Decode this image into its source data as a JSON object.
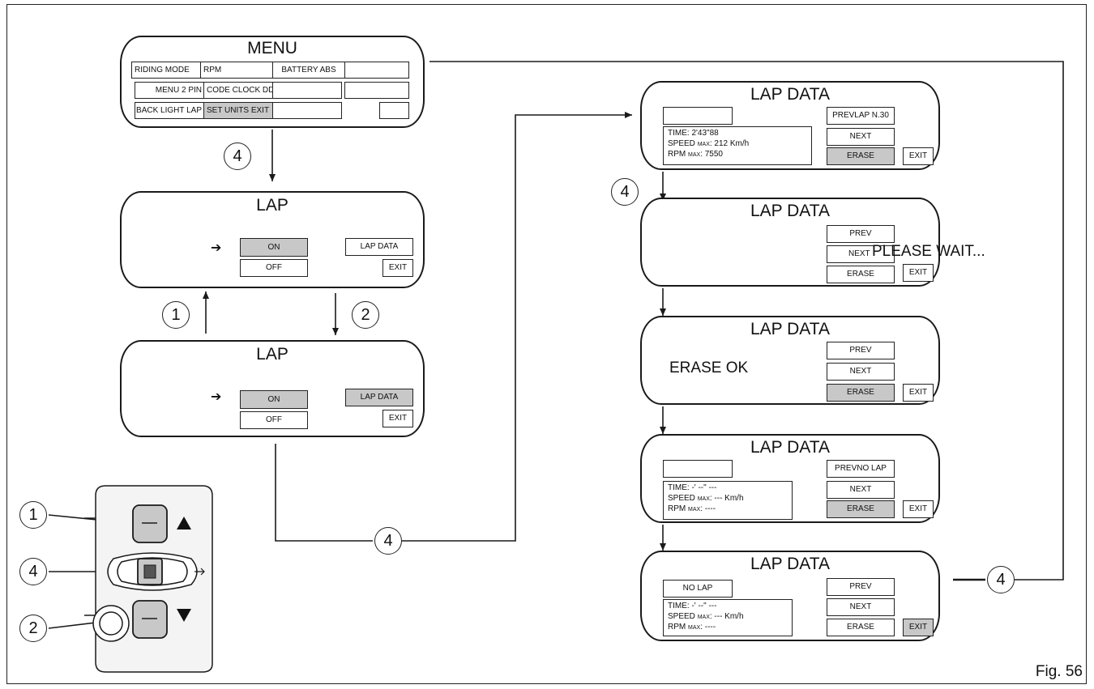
{
  "figure_label": "Fig. 56",
  "step_labels": {
    "up": "1",
    "down": "2",
    "confirm": "4"
  },
  "menu": {
    "title": "MENU",
    "rows": [
      [
        "RIDING MODE",
        "RPM",
        "BATTERY ABS",
        ""
      ],
      [
        "MENU 2 PIN",
        "CODE CLOCK DDA",
        "",
        ""
      ],
      [
        "BACK LIGHT LAP",
        "SET UNITS EXIT",
        "",
        ""
      ]
    ]
  },
  "lap_screen_1": {
    "title": "LAP",
    "on": "ON",
    "off": "OFF",
    "lap_data": "LAP DATA",
    "exit": "EXIT"
  },
  "lap_screen_2": {
    "title": "LAP",
    "on": "ON",
    "off": "OFF",
    "lap_data": "LAP DATA",
    "exit": "EXIT"
  },
  "lap_data_1": {
    "title": "LAP DATA",
    "name_box": "",
    "prev": "PREV",
    "lap_number": "LAP N.30",
    "next": "NEXT",
    "erase": "ERASE",
    "exit": "EXIT",
    "time": "TIME: 2'43\"88",
    "speed_label": "SPEED",
    "speed_max": "MAX",
    "speed_value": ": 212 Km/h",
    "rpm_label": "RPM",
    "rpm_max": "MAX",
    "rpm_value": ": 7550"
  },
  "lap_data_2": {
    "title": "LAP DATA",
    "prev": "PREV",
    "next": "NEXT",
    "erase": "ERASE",
    "exit": "EXIT",
    "message": "PLEASE WAIT..."
  },
  "lap_data_3": {
    "title": "LAP DATA",
    "prev": "PREV",
    "next": "NEXT",
    "erase": "ERASE",
    "exit": "EXIT",
    "message": "ERASE OK"
  },
  "lap_data_4": {
    "title": "LAP DATA",
    "name_box": "",
    "prev": "PREV",
    "lap_number": "NO LAP",
    "next": "NEXT",
    "erase": "ERASE",
    "exit": "EXIT",
    "time": "TIME: -' --\" ---",
    "speed_label": "SPEED",
    "speed_max": "MAX",
    "speed_value": ": --- Km/h",
    "rpm_label": "RPM",
    "rpm_max": "MAX",
    "rpm_value": ": ----"
  },
  "lap_data_5": {
    "title": "LAP DATA",
    "name_box": "NO LAP",
    "prev": "PREV",
    "next": "NEXT",
    "erase": "ERASE",
    "exit": "EXIT",
    "time": "TIME: -' --\" ---",
    "speed_label": "SPEED",
    "speed_max": "MAX",
    "speed_value": ": --- Km/h",
    "rpm_label": "RPM",
    "rpm_max": "MAX",
    "rpm_value": ": ----"
  },
  "switch_icons": {
    "up": "triangle-up-icon",
    "down": "triangle-down-icon",
    "confirm": "confirm-button-icon"
  },
  "colors": {
    "line": "#1a1a1a",
    "selected": "#c8c8c8"
  }
}
